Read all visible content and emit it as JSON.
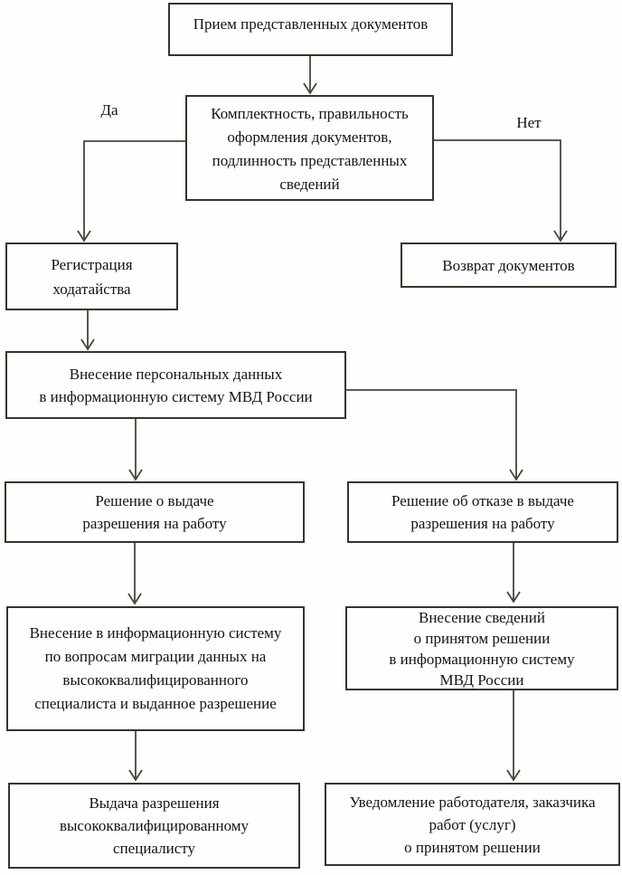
{
  "diagram": {
    "type": "flowchart",
    "language": "ru",
    "colors": {
      "background": "#fefefe",
      "box_border": "#35352b",
      "connector_line": "#46463a",
      "text": "#131311"
    },
    "nodes": {
      "receive": {
        "label": "Прием представленных документов"
      },
      "check": {
        "label": "Комплектность, правильность\nоформления документов,\nподлинность представленных\nсведений"
      },
      "registration": {
        "label": "Регистрация\nходатайства"
      },
      "return_docs": {
        "label": "Возврат документов"
      },
      "personal_data": {
        "label": "Внесение персональных данных\nв информационную систему МВД России"
      },
      "grant_decision": {
        "label": "Решение о выдаче\nразрешения на работу"
      },
      "deny_decision": {
        "label": "Решение об отказе в выдаче\nразрешения на работу"
      },
      "migration_entry": {
        "label": "Внесение в информационную систему\nпо вопросам миграции данных на\nвысококвалифицированного\nспециалиста и выданное разрешение"
      },
      "decision_info_entry": {
        "label": "Внесение сведений\nо принятом решении\nв информационную систему\nМВД России"
      },
      "permit_issue": {
        "label": "Выдача разрешения\nвысококвалифицированному\nспециалисту"
      },
      "employer_notification": {
        "label": "Уведомление работодателя, заказчика\nработ (услуг)\nо принятом решении"
      }
    },
    "branch_labels": {
      "yes": "Да",
      "no": "Нет"
    }
  }
}
